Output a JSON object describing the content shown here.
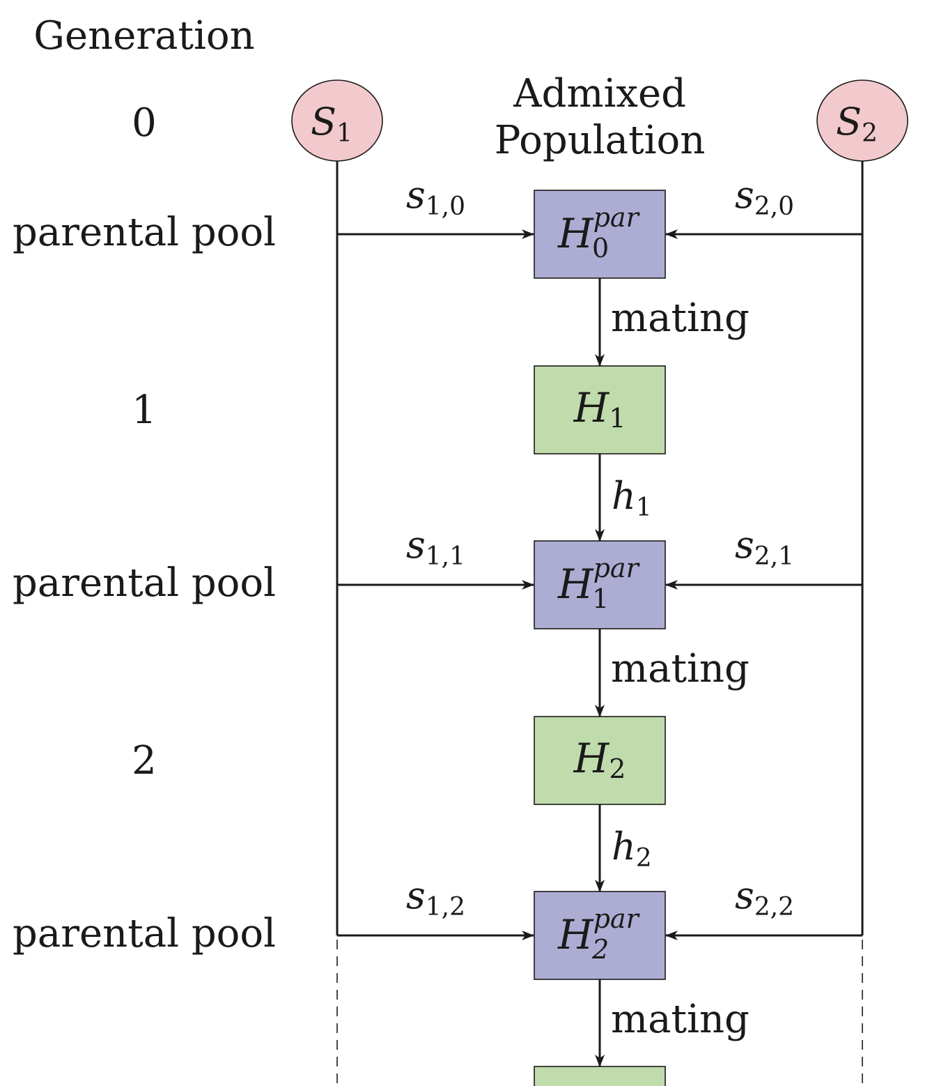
{
  "header": {
    "generation_label": "Generation"
  },
  "generations": {
    "g0": "0",
    "g1": "1",
    "g2": "2",
    "pool_label": "parental pool"
  },
  "source1": {
    "base": "S",
    "sub": "1"
  },
  "source2": {
    "base": "S",
    "sub": "2"
  },
  "admixed": {
    "line1": "Admixed",
    "line2": "Population"
  },
  "parental_nodes": [
    {
      "base": "H",
      "sup": "par",
      "sub": "0"
    },
    {
      "base": "H",
      "sup": "par",
      "sub": "1"
    },
    {
      "base": "H",
      "sup": "par",
      "sub": "2"
    }
  ],
  "hybrid_nodes": [
    {
      "base": "H",
      "sub": "1"
    },
    {
      "base": "H",
      "sub": "2"
    }
  ],
  "edges": {
    "mating": "mating",
    "h": [
      {
        "base": "h",
        "sub": "1"
      },
      {
        "base": "h",
        "sub": "2"
      }
    ],
    "s1": [
      {
        "base": "s",
        "sub": "1,0"
      },
      {
        "base": "s",
        "sub": "1,1"
      },
      {
        "base": "s",
        "sub": "1,2"
      }
    ],
    "s2": [
      {
        "base": "s",
        "sub": "2,0"
      },
      {
        "base": "s",
        "sub": "2,1"
      },
      {
        "base": "s",
        "sub": "2,2"
      }
    ]
  },
  "colors": {
    "source_fill": "#f2c9cc",
    "parental_fill": "#adadd4",
    "hybrid_fill": "#c0dbac",
    "stroke": "#1a1a1a"
  }
}
